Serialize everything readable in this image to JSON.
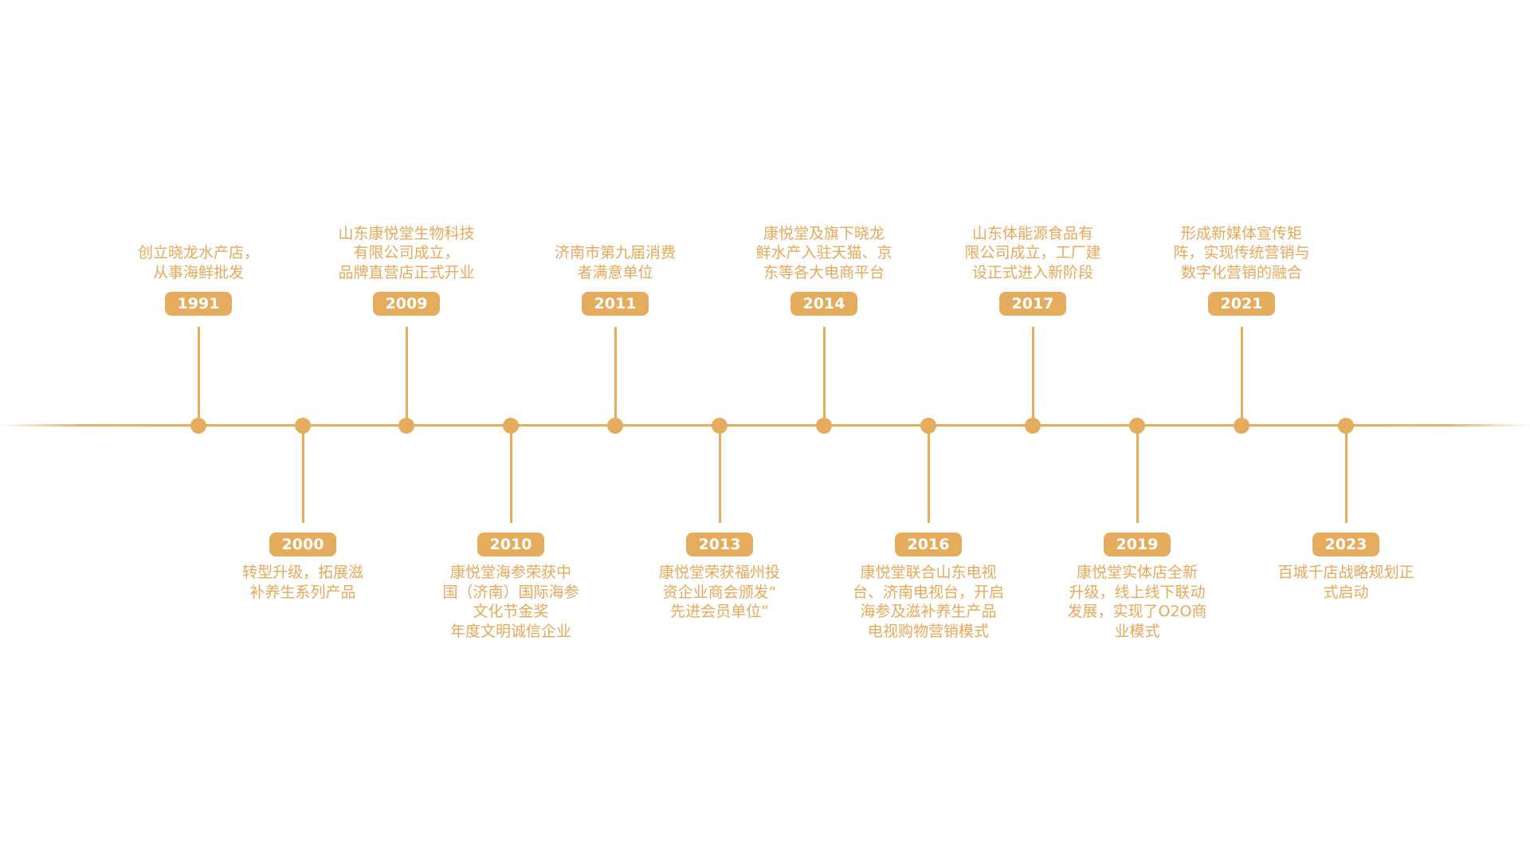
{
  "accent_color": "#e6ac5e",
  "timeline": {
    "events": [
      {
        "year": "1991",
        "text": "创立晓龙水产店，\n从事海鲜批发",
        "side": "up"
      },
      {
        "year": "2000",
        "text": "转型升级，拓展滋\n补养生系列产品",
        "side": "down"
      },
      {
        "year": "2009",
        "text": "山东康悦堂生物科技\n有限公司成立，\n品牌直营店正式开业",
        "side": "up"
      },
      {
        "year": "2010",
        "text": "康悦堂海参荣获中\n国（济南）国际海参\n文化节金奖\n年度文明诚信企业",
        "side": "down"
      },
      {
        "year": "2011",
        "text": "济南市第九届消费\n者满意单位",
        "side": "up"
      },
      {
        "year": "2013",
        "text": "康悦堂荣获福州投\n资企业商会颁发“\n先进会员单位”",
        "side": "down"
      },
      {
        "year": "2014",
        "text": "康悦堂及旗下晓龙\n鲜水产入驻天猫、京\n东等各大电商平台",
        "side": "up"
      },
      {
        "year": "2016",
        "text": "康悦堂联合山东电视\n台、济南电视台，开启\n海参及滋补养生产品\n电视购物营销模式",
        "side": "down"
      },
      {
        "year": "2017",
        "text": "山东体能源食品有\n限公司成立，工厂建\n设正式进入新阶段",
        "side": "up"
      },
      {
        "year": "2019",
        "text": "康悦堂实体店全新\n升级，线上线下联动\n发展，实现了O2O商\n业模式",
        "side": "down"
      },
      {
        "year": "2021",
        "text": "形成新媒体宣传矩\n阵，实现传统营销与\n数字化营销的融合",
        "side": "up"
      },
      {
        "year": "2023",
        "text": "百城千店战略规划正\n式启动",
        "side": "down"
      }
    ]
  }
}
